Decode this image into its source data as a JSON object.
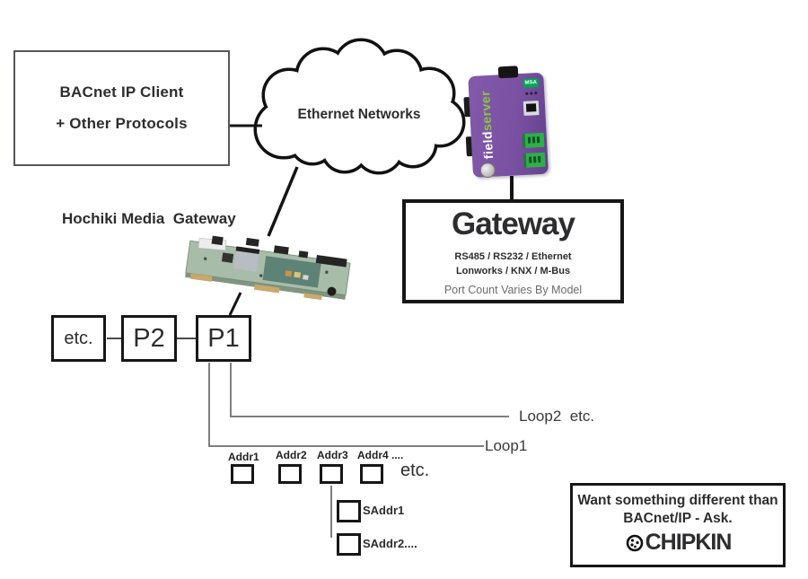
{
  "colors": {
    "line_black": "#141414",
    "line_gray": "#7f7f7f",
    "text_dark": "#2d2d2f",
    "text_gray": "#6b6c6f",
    "device_purple": "#7b52a3",
    "brand_green": "#8dc63f",
    "terminal_green": "#2fae4b",
    "board_green": "#a7bca9"
  },
  "client_box": {
    "line1": "BACnet IP Client",
    "line2": "+ Other Protocols"
  },
  "cloud": {
    "label": "Ethernet Networks"
  },
  "device": {
    "brand_field": "field",
    "brand_server": "server",
    "badge": "MSA"
  },
  "hochiki_label": "Hochiki Media  Gateway",
  "gateway_box": {
    "title": "Gateway",
    "protocols_line1": "RS485 / RS232 / Ethernet",
    "protocols_line2": "Lonworks / KNX / M-Bus",
    "note": "Port Count Varies By Model"
  },
  "panels": {
    "etc": "etc.",
    "p2": "P2",
    "p1": "P1"
  },
  "loops": {
    "loop2": "Loop2  etc.",
    "loop1": "Loop1"
  },
  "addresses": {
    "labels": [
      "Addr1",
      "Addr2",
      "Addr3",
      "Addr4 ...."
    ],
    "etc": "etc.",
    "sub_labels": [
      "SAddr1",
      "SAddr2...."
    ]
  },
  "cta_box": {
    "line1": "Want something different than",
    "line2": "BACnet/IP - Ask.",
    "brand": "CHIPKIN"
  }
}
